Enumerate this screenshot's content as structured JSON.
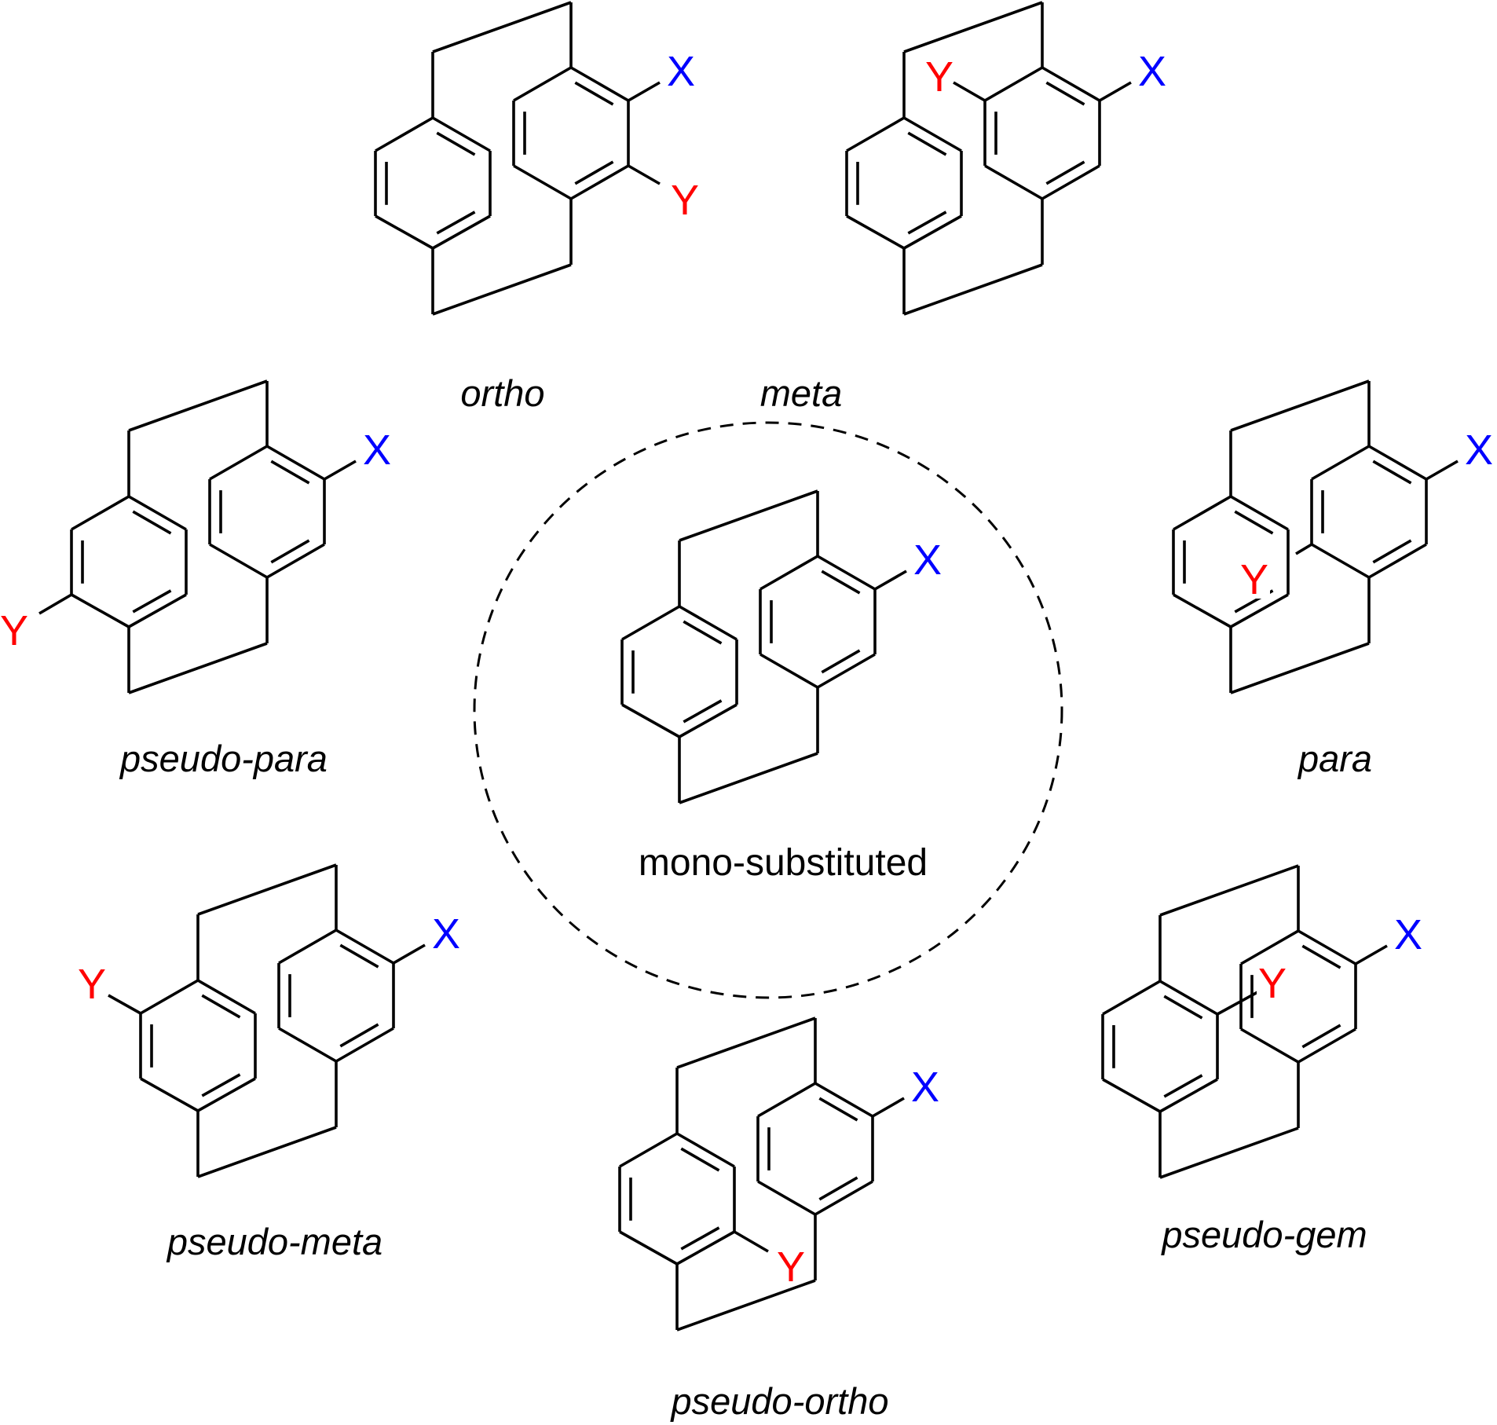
{
  "figure": {
    "title": "Disubstituted [2.2]paracyclophane regioisomers",
    "substituent_colors": {
      "X": "#0000FF",
      "Y": "#FF0000"
    },
    "center": {
      "label": "mono-substituted",
      "substituents": [
        "X"
      ]
    },
    "isomers": [
      {
        "id": "ortho",
        "label": "ortho",
        "italic": true,
        "substituents": [
          "X",
          "Y"
        ],
        "y_position": "right ring, adjacent to X"
      },
      {
        "id": "meta",
        "label": "meta",
        "italic": true,
        "substituents": [
          "X",
          "Y"
        ],
        "y_position": "right ring, meta to X"
      },
      {
        "id": "para",
        "label": "para",
        "italic": true,
        "substituents": [
          "X",
          "Y"
        ],
        "y_position": "right ring, para to X"
      },
      {
        "id": "pseudo-gem",
        "label": "pseudo-gem",
        "italic": true,
        "substituents": [
          "X",
          "Y"
        ],
        "y_position": "left ring, directly below X"
      },
      {
        "id": "pseudo-ortho",
        "label": "pseudo-ortho",
        "italic": true,
        "substituents": [
          "X",
          "Y"
        ],
        "y_position": "left ring, pseudo-ortho to X"
      },
      {
        "id": "pseudo-meta",
        "label": "pseudo-meta",
        "italic": true,
        "substituents": [
          "X",
          "Y"
        ],
        "y_position": "left ring, pseudo-meta to X"
      },
      {
        "id": "pseudo-para",
        "label": "pseudo-para",
        "italic": true,
        "substituents": [
          "X",
          "Y"
        ],
        "y_position": "left ring, pseudo-para to X"
      }
    ]
  }
}
